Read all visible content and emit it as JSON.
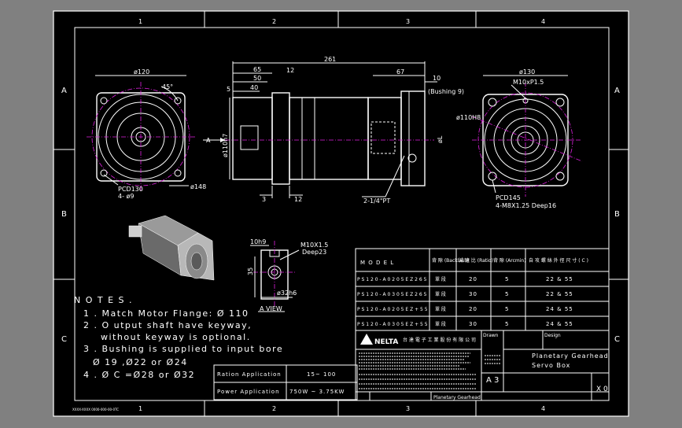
{
  "border": {
    "columns": [
      "1",
      "2",
      "3",
      "4"
    ],
    "rows": [
      "A",
      "B",
      "C"
    ]
  },
  "front_view": {
    "dia_top": "ø120",
    "angle": "45°",
    "pcd": "PCD130",
    "holes": "4- ø9",
    "dia_148": "ø148"
  },
  "side_view": {
    "overall": "261",
    "d65": "65",
    "d50": "50",
    "d40": "40",
    "d5": "5",
    "d12a": "12",
    "d67": "67",
    "d10": "10",
    "bushing": "(Bushing 9)",
    "dia110": "ø110h7",
    "arrow_a": "A",
    "d3": "3",
    "d12b": "12",
    "port": "2-1/4\"PT",
    "dia_l": "øL"
  },
  "rear_view": {
    "dia_top": "ø130",
    "tap": "M10xP1.5",
    "dia_110H8": "ø110H8",
    "pcd": "PCD145",
    "tap2": "4-M8X1.25 Deep16"
  },
  "section_a": {
    "key": "10h9",
    "tap": "M10X1.5",
    "deep": "Deep23",
    "d35": "35",
    "dia32": "ø32h6",
    "label": "A VIEW"
  },
  "notes": {
    "title": "N O T E S .",
    "line1": "1 . Match Motor Flange: Ø 110",
    "line2": "2 . O utput shaft have keyway,",
    "line3": "without keyway is optional.",
    "line4": "3 . Bushing is supplied to input bore",
    "line5": "Ø 19 ,Ø22  or Ø24",
    "line6": "4 . Ø C =Ø28  or Ø32"
  },
  "ratio_table": {
    "rows": [
      {
        "label": "Ration Application",
        "value": "15~ 100"
      },
      {
        "label": "Power Application",
        "value": "750W ~ 3.75KW"
      }
    ]
  },
  "model_table": {
    "headers": [
      "M O D E L",
      "背 隙\n(Backlash)",
      "減 速 比\n(Ratio)",
      "背 隙\n(Arcmin)",
      "自 攻 螺 絲 外 徑 尺 寸 ( C )"
    ],
    "rows": [
      [
        "P S 1 2 0 - A 0 2 0 5 E Z 2 6 5",
        "單 段",
        "20",
        "5",
        "22 & 55"
      ],
      [
        "P S 1 2 0 - A 0 3 0 5 E Z 2 6 5",
        "單 段",
        "30",
        "5",
        "22 & 55"
      ],
      [
        "P S 1 2 0 - A 0 2 0 5 E Z + 5 5",
        "單 段",
        "20",
        "5",
        "24 & 55"
      ],
      [
        "P S 1 2 0 - A 0 3 0 5 E Z + 5 5",
        "單 段",
        "30",
        "5",
        "24 & 55"
      ]
    ]
  },
  "title_block": {
    "company": "台 達 電 子 工 業 股 份 有 限 公 司",
    "logo": "NELTA",
    "desc1": "Planetary Gearhead",
    "desc2": "Servo Box",
    "size": "A 3",
    "rev": "X 0",
    "name": "Planetary Gearhead",
    "design": "Design",
    "drawn": "Drawn"
  },
  "footer": {
    "stamp": "XXXX-XXXX  0000-000-00-0TC"
  }
}
